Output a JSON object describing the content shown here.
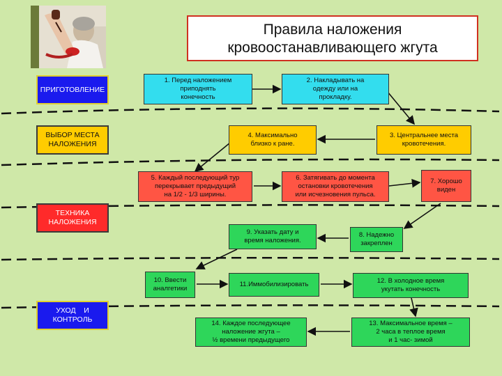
{
  "title": {
    "line1": "Правила наложения",
    "line2": "кровоостанавливающего жгута"
  },
  "stages": {
    "prep": "ПРИГОТОВЛЕНИЕ",
    "site_line1": "ВЫБОР МЕСТА",
    "site_line2": "НАЛОЖЕНИЯ",
    "tech_line1": "ТЕХНИКА",
    "tech_line2": "НАЛОЖЕНИЯ",
    "care_line1": "УХОД    И",
    "care_line2": "КОНТРОЛЬ"
  },
  "steps": {
    "s1": [
      "1. Перед наложением",
      "приподнять",
      "конечность"
    ],
    "s2": [
      "2. Накладывать на",
      "одежду или на",
      "прокладку."
    ],
    "s3": [
      "3. Центральнее места",
      "кровотечения."
    ],
    "s4": [
      "4. Максимально",
      "близко к ране."
    ],
    "s5": [
      "5. Каждый последующий тур",
      "перекрывает предыдущий",
      "на 1/2 - 1/3 ширины."
    ],
    "s6": [
      "6. Затягивать до момента",
      "остановки кровотечения",
      "или исчезновения пульса."
    ],
    "s7": [
      "7. Хорошо",
      "виден"
    ],
    "s8": [
      "8. Надежно",
      "закреплен"
    ],
    "s9": [
      "9. Указать дату и",
      "время наложения."
    ],
    "s10": [
      "10. Ввести",
      "аналгетики"
    ],
    "s11": [
      "11.Иммобилизировать"
    ],
    "s12": [
      "12. В холодное время",
      "укутать конечность"
    ],
    "s13": [
      "13. Максимальное время –",
      "2 часа в теплое время",
      "и 1 час- зимой"
    ],
    "s14": [
      "14. Каждое последующее",
      "наложение  жгута –",
      "½ времени предыдущего"
    ]
  },
  "colors": {
    "stage_prep": "#1a1aee",
    "stage_site": "#ffcc00",
    "stage_tech": "#ff2a2a",
    "stage_care": "#1a1aee",
    "step_row1": "#33ddee",
    "step_row2": "#ffcc00",
    "step_row3": "#ff5544",
    "step_rows_lower": "#2ed65a"
  }
}
